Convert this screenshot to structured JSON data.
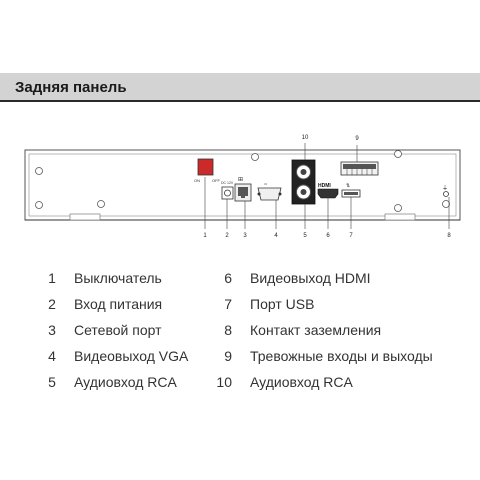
{
  "header": {
    "title": "Задняя панель"
  },
  "diagram": {
    "callouts": [
      "1",
      "2",
      "3",
      "4",
      "5",
      "6",
      "7",
      "8",
      "9",
      "10"
    ],
    "port_labels": {
      "power_switch_on": "ON",
      "power_switch_off": "OFF",
      "power_in": "DC 12V",
      "hdmi": "HDMI"
    }
  },
  "legend": [
    {
      "num": "1",
      "label": "Выключатель"
    },
    {
      "num": "6",
      "label": "Видеовыход HDMI"
    },
    {
      "num": "2",
      "label": "Вход питания"
    },
    {
      "num": "7",
      "label": "Порт USB"
    },
    {
      "num": "3",
      "label": "Сетевой порт"
    },
    {
      "num": "8",
      "label": "Контакт заземления"
    },
    {
      "num": "4",
      "label": "Видеовыход VGA"
    },
    {
      "num": "9",
      "label": "Тревожные входы и выходы"
    },
    {
      "num": "5",
      "label": "Аудиовход RCA"
    },
    {
      "num": "10",
      "label": "Аудиовход RCA"
    }
  ]
}
